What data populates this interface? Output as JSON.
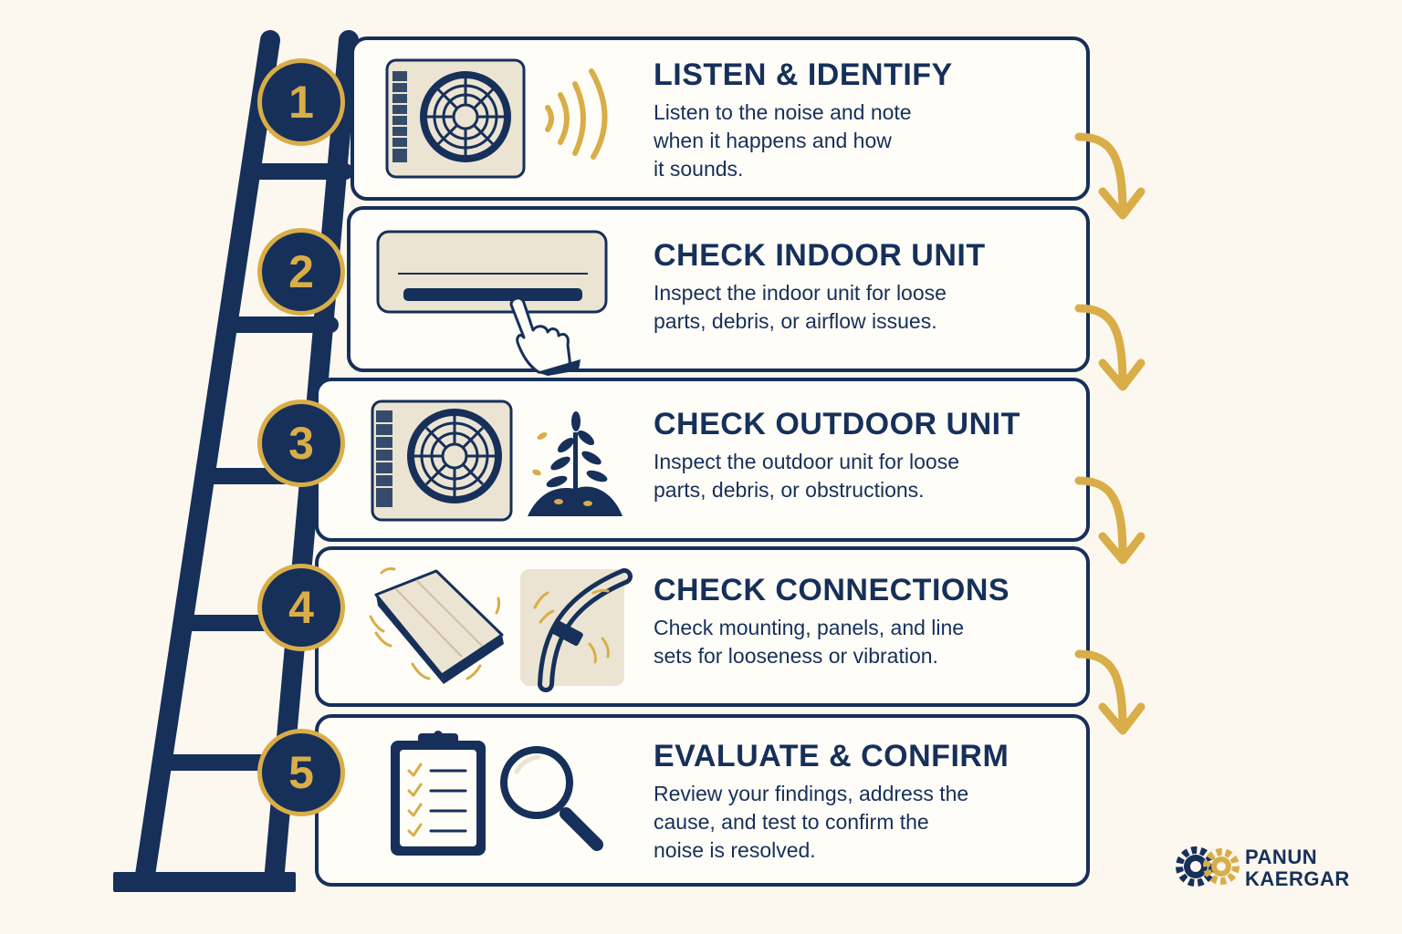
{
  "steps": [
    {
      "number": "1",
      "title": "LISTEN & IDENTIFY",
      "description": "Listen to the noise and note\nwhen it happens and how\nit sounds."
    },
    {
      "number": "2",
      "title": "CHECK INDOOR UNIT",
      "description": "Inspect the indoor unit for loose\nparts, debris, or airflow issues."
    },
    {
      "number": "3",
      "title": "CHECK OUTDOOR UNIT",
      "description": "Inspect the outdoor unit for loose\nparts, debris, or obstructions."
    },
    {
      "number": "4",
      "title": "CHECK CONNECTIONS",
      "description": "Check mounting, panels, and line\nsets for looseness or vibration."
    },
    {
      "number": "5",
      "title": "EVALUATE & CONFIRM",
      "description": "Review your findings, address the\ncause, and test to confirm the\nnoise is resolved."
    }
  ],
  "brand": {
    "line1": "PANUN",
    "line2": "KAERGAR"
  },
  "icons": [
    "outdoor-ac-unit-icon",
    "sound-waves-icon",
    "indoor-ac-unit-icon",
    "pointing-hand-icon",
    "plant-debris-icon",
    "loose-panel-icon",
    "line-set-icon",
    "clipboard-checklist-icon",
    "magnifying-glass-icon",
    "gear-logo-icon",
    "curved-arrow-icon",
    "ladder-icon"
  ],
  "colors": {
    "navy": "#16305a",
    "gold": "#d9ad48",
    "background": "#fcf8ef",
    "card": "#fffdf8",
    "beige": "#ece4d2"
  }
}
